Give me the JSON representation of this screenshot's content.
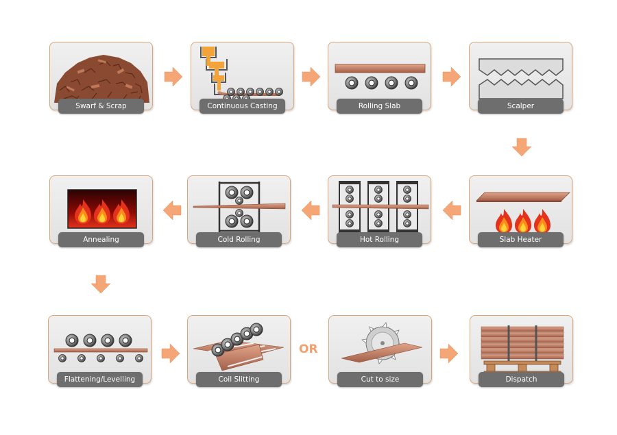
{
  "colors": {
    "card_border": "#d9a679",
    "label_bg": "#6e6e6e",
    "arrow": "#f4a676",
    "copper": "#c8846a",
    "flame_red": "#e3331d",
    "flame_yellow": "#ffd43a",
    "roller": "#4d4d4d"
  },
  "steps": [
    {
      "label": "Swarf & Scrap",
      "icon": "scrap-pile-icon"
    },
    {
      "label": "Continuous Casting",
      "icon": "casting-machine-icon"
    },
    {
      "label": "Rolling Slab",
      "icon": "rolling-slab-icon"
    },
    {
      "label": "Scalper",
      "icon": "scalper-icon"
    },
    {
      "label": "Slab Heater",
      "icon": "slab-heater-icon"
    },
    {
      "label": "Hot Rolling",
      "icon": "hot-rolling-icon"
    },
    {
      "label": "Cold Rolling",
      "icon": "cold-rolling-icon"
    },
    {
      "label": "Annealing",
      "icon": "furnace-fire-icon"
    },
    {
      "label": "Flattening/Levelling",
      "icon": "leveller-rollers-icon"
    },
    {
      "label": "Coil Slitting",
      "icon": "coil-slitter-icon"
    },
    {
      "label": "Cut to size",
      "icon": "circular-saw-icon"
    },
    {
      "label": "Dispatch",
      "icon": "sheet-pallet-icon"
    }
  ],
  "or_label": "OR"
}
